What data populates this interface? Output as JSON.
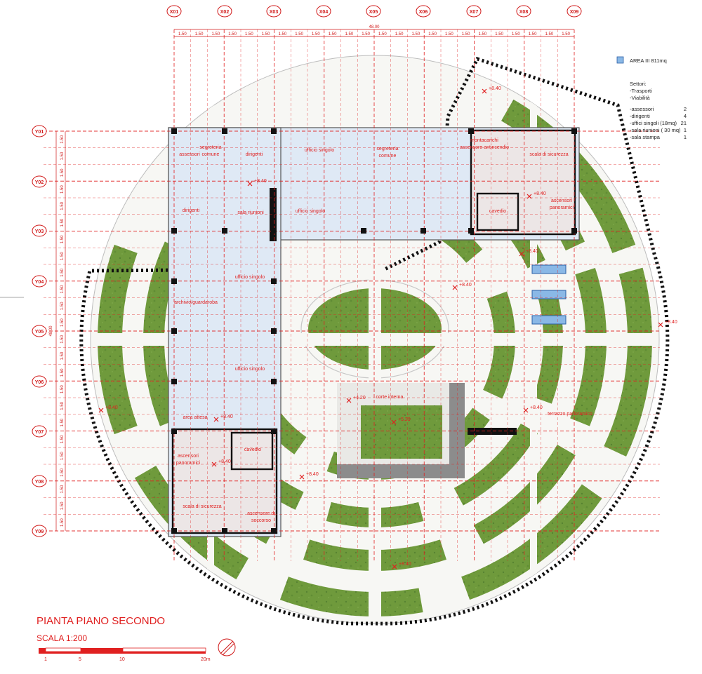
{
  "grid": {
    "columns": [
      "X01",
      "X02",
      "X03",
      "X04",
      "X05",
      "X06",
      "X07",
      "X08",
      "X09"
    ],
    "rows": [
      "Y01",
      "Y02",
      "Y03",
      "Y04",
      "Y05",
      "Y06",
      "Y07",
      "Y08",
      "Y09"
    ],
    "module": "1.50",
    "total_width": "48.00",
    "total_height": "48.00"
  },
  "rooms": [
    {
      "label": "assessori"
    },
    {
      "label": "segreteria"
    },
    {
      "label": "comune"
    },
    {
      "label": "dirigenti"
    },
    {
      "label": "ufficio singolo"
    },
    {
      "label": "segreteria"
    },
    {
      "label": "comune"
    },
    {
      "label": "montacarichi"
    },
    {
      "label": "ascensore antincendio"
    },
    {
      "label": "scala di sicurezza"
    },
    {
      "label": "dirigenti"
    },
    {
      "label": "sala riunioni"
    },
    {
      "label": "ufficio singolo"
    },
    {
      "label": "cavedio"
    },
    {
      "label": "ascensori"
    },
    {
      "label": "panoramici"
    },
    {
      "label": "ufficio singolo"
    },
    {
      "label": "archivio/guardaroba"
    },
    {
      "label": "ufficio singolo"
    },
    {
      "label": "corte interna"
    },
    {
      "label": "terrazzo panoramico"
    },
    {
      "label": "area attesa"
    },
    {
      "label": "ascensori"
    },
    {
      "label": "panoramici"
    },
    {
      "label": "cavedio"
    },
    {
      "label": "scala di sicurezza"
    },
    {
      "label": "ascensore di"
    },
    {
      "label": "soccorso"
    }
  ],
  "elevations": [
    "+8.40",
    "+8.40",
    "+8.40",
    "+8.40",
    "+8.40",
    "+8.40",
    "+4.20",
    "+5.29",
    "+8.40",
    "+8.40",
    "+8.40",
    "+8.40",
    "+8.40",
    "+8.40"
  ],
  "legend": {
    "area_label": "AREA III  811mq",
    "area_color": "#8ab8e6",
    "sectors_title": "Settori:",
    "sectors": [
      "-Trasporti",
      "-Viabilità"
    ],
    "items": [
      {
        "name": "-assessori",
        "count": "2"
      },
      {
        "name": "-dirigenti",
        "count": "4"
      },
      {
        "name": "-uffici singoli (18mq)",
        "count": "21"
      },
      {
        "name": "-sala riunioni ( 30 mq)",
        "count": "1"
      },
      {
        "name": "-sala stampa",
        "count": "1"
      }
    ]
  },
  "title": "PIANTA PIANO SECONDO",
  "scale": {
    "label": "SCALA 1:200",
    "ticks": [
      "1",
      "5",
      "10",
      "20m"
    ]
  },
  "colors": {
    "grid_red": "#e02020",
    "floor_blue": "#dfe9f5",
    "service_gray": "#ece6e6",
    "green": "#6f9a3c",
    "court_gray": "#8c8c8c",
    "wall": "#111111"
  }
}
